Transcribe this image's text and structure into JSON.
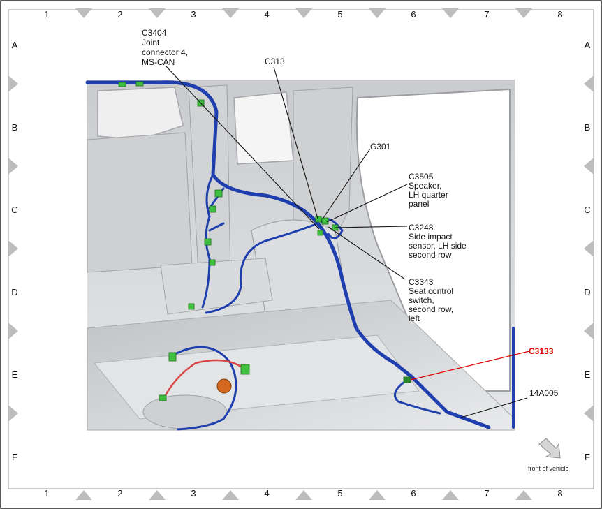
{
  "grid": {
    "columns": [
      "1",
      "2",
      "3",
      "4",
      "5",
      "6",
      "7",
      "8"
    ],
    "rows": [
      "A",
      "B",
      "C",
      "D",
      "E",
      "F"
    ]
  },
  "callouts": {
    "c3404": [
      "C3404",
      "Joint",
      "connector 4,",
      "MS-CAN"
    ],
    "c313": [
      "C313"
    ],
    "g301": [
      "G301"
    ],
    "c3505": [
      "C3505",
      "Speaker,",
      "LH quarter",
      "panel"
    ],
    "c3248": [
      "C3248",
      "Side impact",
      "sensor, LH side",
      "second row"
    ],
    "c3343": [
      "C3343",
      "Seat control",
      "switch,",
      "second row,",
      "left"
    ],
    "c3133": [
      "C3133"
    ],
    "harness": [
      "14A005"
    ]
  },
  "front_indicator": {
    "label": "front of vehicle",
    "icon": "arrow-down-right-icon"
  },
  "colors": {
    "harness_main": "#1f3fae",
    "connector": "#3fbf3f",
    "highlight": "#e00000",
    "vehicle_body": "#d7d8da"
  }
}
